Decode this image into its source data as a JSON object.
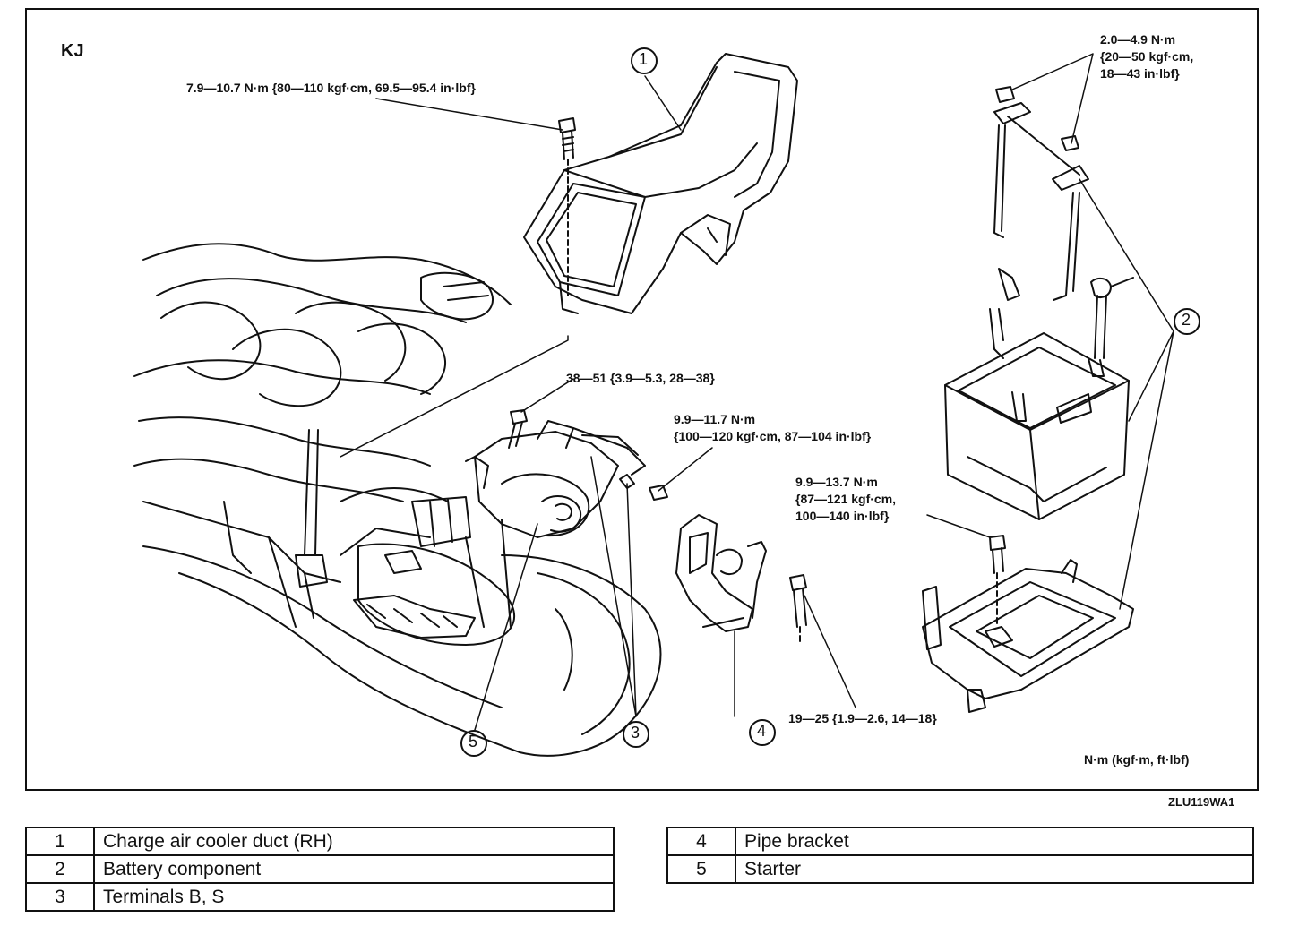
{
  "diagram": {
    "model_code": "KJ",
    "figure_code": "ZLU119WA1",
    "unit_note": "N·m (kgf·m, ft·lbf)",
    "callouts": [
      "1",
      "2",
      "3",
      "4",
      "5"
    ],
    "torque_specs": {
      "duct_bolt": "7.9—10.7 N·m {80—110 kgf·cm, 69.5—95.4 in·lbf}",
      "battery_clamp_line1": "2.0—4.9 N·m",
      "battery_clamp_line2": "{20—50 kgf·cm,",
      "battery_clamp_line3": "18—43 in·lbf}",
      "starter_bolt": "38—51 {3.9—5.3, 28—38}",
      "terminal_nut_line1": "9.9—11.7 N·m",
      "terminal_nut_line2": "{100—120 kgf·cm, 87—104 in·lbf}",
      "tray_bolt_line1": "9.9—13.7 N·m",
      "tray_bolt_line2": "{87—121 kgf·cm,",
      "tray_bolt_line3": "100—140 in·lbf}",
      "bracket_bolt": "19—25 {1.9—2.6, 14—18}"
    }
  },
  "legend": {
    "left": [
      {
        "num": "1",
        "name": "Charge air cooler duct (RH)"
      },
      {
        "num": "2",
        "name": "Battery component"
      },
      {
        "num": "3",
        "name": "Terminals B, S"
      }
    ],
    "right": [
      {
        "num": "4",
        "name": "Pipe bracket"
      },
      {
        "num": "5",
        "name": "Starter"
      }
    ]
  }
}
